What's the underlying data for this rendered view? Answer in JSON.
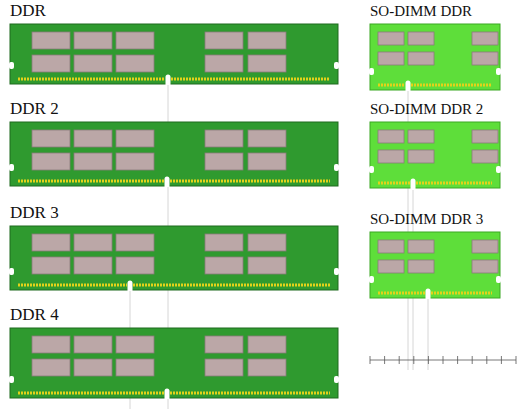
{
  "diagram": {
    "nodes": [
      {
        "text": [
          "DDR"
        ]
      },
      {
        "text": [
          "DDR 2"
        ]
      },
      {
        "text": [
          "DDR 3"
        ]
      },
      {
        "text": [
          "DDR 4"
        ]
      },
      {
        "text": [
          "SO-DIMM DDR"
        ]
      },
      {
        "text": [
          "SO-DIMM DDR 2"
        ]
      },
      {
        "text": [
          "SO-DIMM DDR 3"
        ]
      }
    ]
  }
}
